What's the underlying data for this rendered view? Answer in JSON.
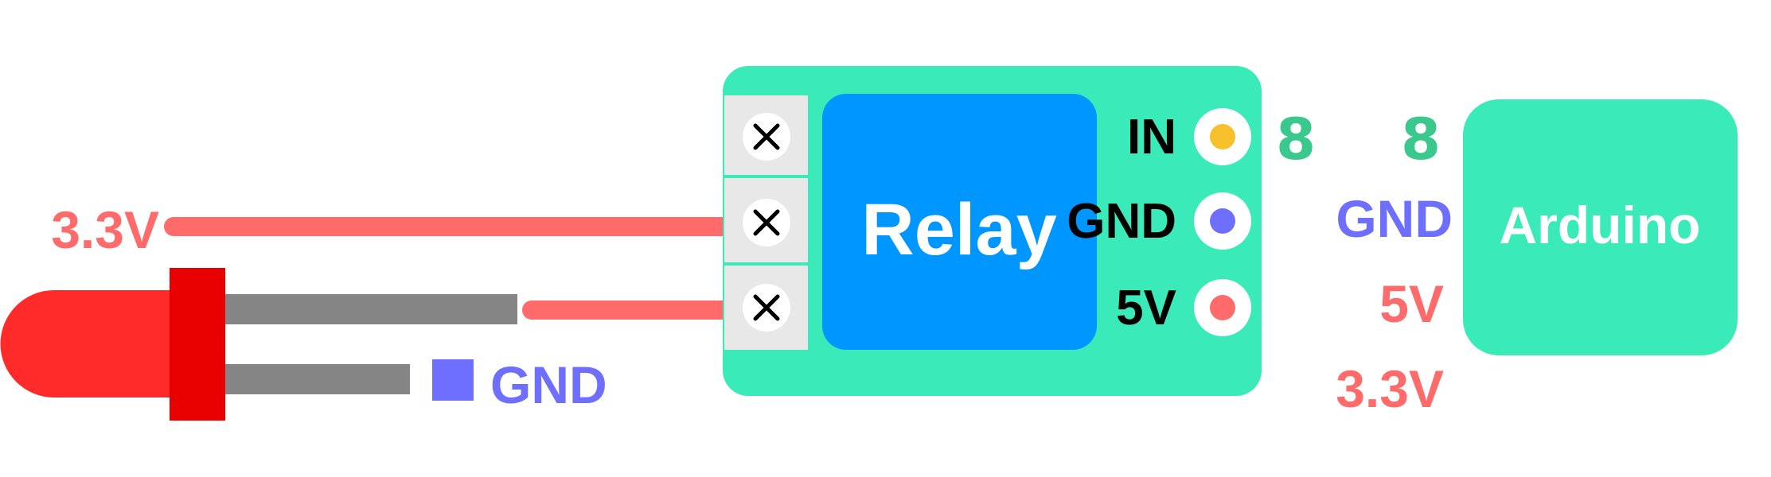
{
  "colors": {
    "module_green": "#3AEBB9",
    "relay_blue": "#0096FF",
    "wire_red": "#FF6B6B",
    "led_red": "#FF2A2A",
    "led_rim": "#E80000",
    "led_leg": "#858585",
    "gnd_purple": "#6E6EFF",
    "pin_yellow": "#F7C12E",
    "label_black": "#000000",
    "terminal_gray": "#E8E8E8"
  },
  "relay": {
    "label": "Relay",
    "pins": [
      {
        "label": "IN",
        "color_key": "pin_yellow"
      },
      {
        "label": "GND",
        "color_key": "gnd_purple"
      },
      {
        "label": "5V",
        "color_key": "wire_red"
      }
    ],
    "terminal_icon": "close-x-icon"
  },
  "connection": {
    "relay_in_pin": "8",
    "arduino_pin": "8"
  },
  "arduino": {
    "label": "Arduino",
    "pins": [
      "GND",
      "5V",
      "3.3V"
    ]
  },
  "left": {
    "supply_label": "3.3V",
    "led_gnd_label": "GND"
  }
}
